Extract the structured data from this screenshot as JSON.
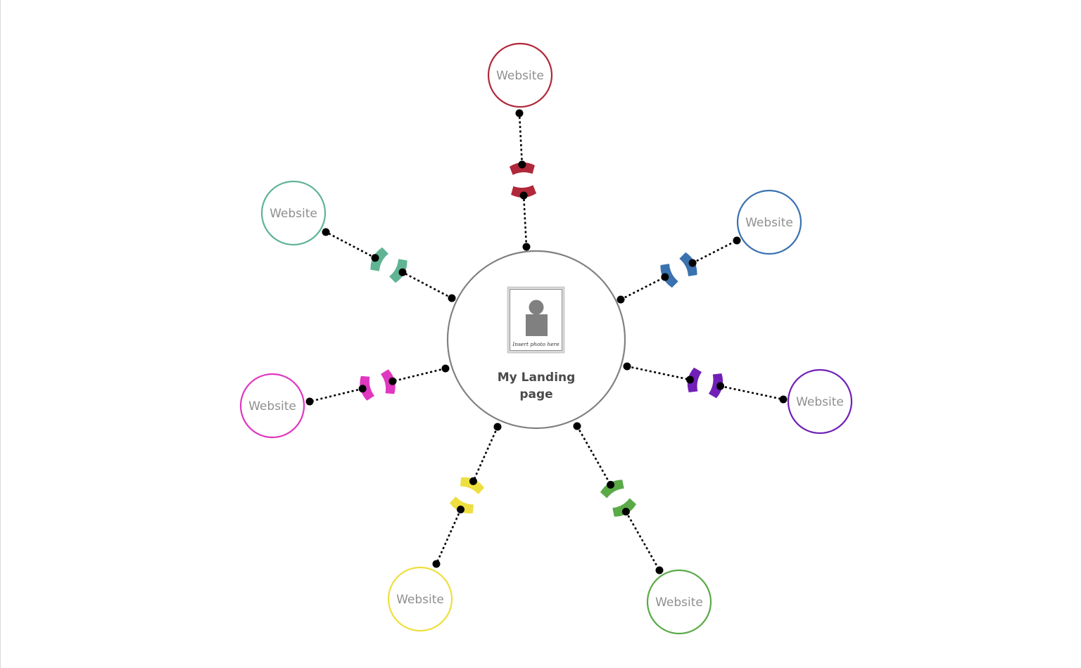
{
  "center": {
    "title_line1": "My Landing",
    "title_line2": "page",
    "photo_caption": "Insert photo here",
    "border_color": "#808080",
    "photo_icon": "person-placeholder-icon"
  },
  "connector": {
    "style": "dotted",
    "endpoint_color": "#000000",
    "icon": "connector-bracket-icon"
  },
  "nodes": [
    {
      "id": "top",
      "label": "Website",
      "color": "#b0283a"
    },
    {
      "id": "upper-right",
      "label": "Website",
      "color": "#3a72b0"
    },
    {
      "id": "right",
      "label": "Website",
      "color": "#7020b8"
    },
    {
      "id": "lower-right",
      "label": "Website",
      "color": "#5aaa48"
    },
    {
      "id": "lower-left",
      "label": "Website",
      "color": "#eedf40"
    },
    {
      "id": "left",
      "label": "Website",
      "color": "#e038c0"
    },
    {
      "id": "upper-left",
      "label": "Website",
      "color": "#60b494"
    }
  ]
}
